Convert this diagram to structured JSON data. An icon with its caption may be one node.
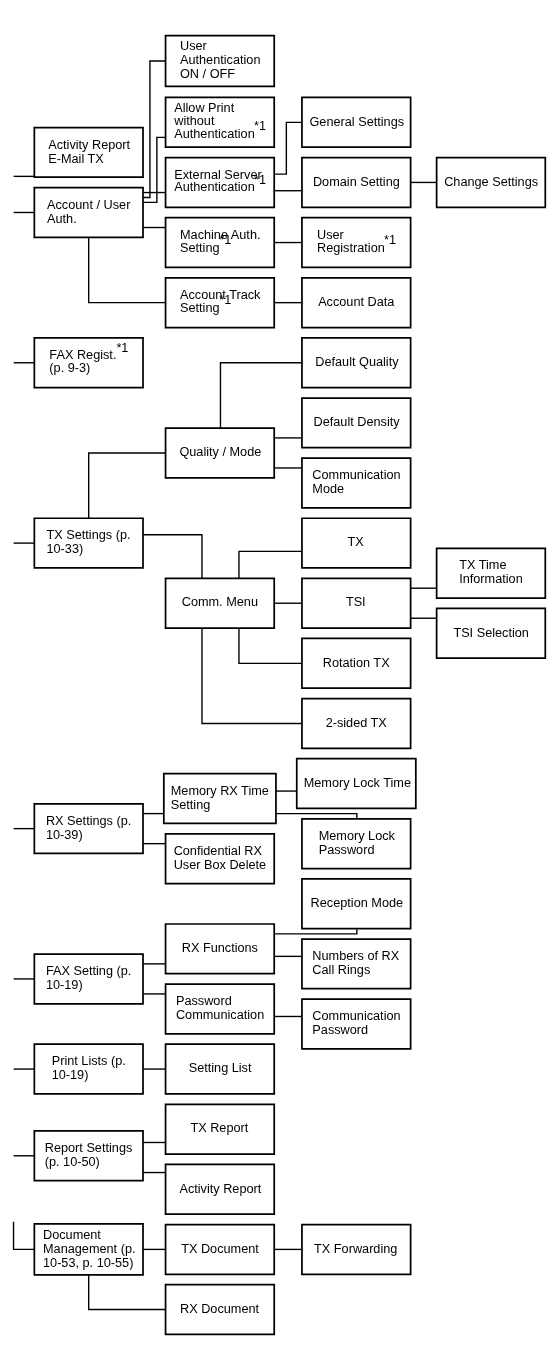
{
  "diagram": {
    "nodes": [
      {
        "text": [
          "Activity Report E-Mail TX"
        ]
      },
      {
        "text": [
          "Account / User Auth."
        ]
      },
      {
        "text": [
          "User Authentication ON / OFF"
        ]
      },
      {
        "text": [
          "FAX Regist.$^{*1}$ (p. 9-3)"
        ]
      },
      {
        "text": [
          "Allow Print without Authentication$^{*1}$"
        ]
      },
      {
        "text": [
          "External Server Authentication$^{*1}$"
        ]
      },
      {
        "text": [
          "General Settings"
        ]
      },
      {
        "text": [
          "Domain Setting"
        ]
      },
      {
        "text": [
          "Change Settings"
        ]
      },
      {
        "text": [
          "Machine Auth. Setting$^{*1}$"
        ]
      },
      {
        "text": [
          "User Registration$^{*1}$"
        ]
      },
      {
        "text": [
          "Account Track Setting$^{*1}$"
        ]
      },
      {
        "text": [
          "Account Data"
        ]
      },
      {
        "text": [
          "TX Settings (p. 10-33)"
        ]
      },
      {
        "text": [
          "Quality / Mode"
        ]
      },
      {
        "text": [
          "Default Quality"
        ]
      },
      {
        "text": [
          "Default Density"
        ]
      },
      {
        "text": [
          "Communication Mode"
        ]
      },
      {
        "text": [
          "Comm. Menu"
        ]
      },
      {
        "text": [
          "TX"
        ]
      },
      {
        "text": [
          "TSI"
        ]
      },
      {
        "text": [
          "TX Time Information"
        ]
      },
      {
        "text": [
          "TSI Selection"
        ]
      },
      {
        "text": [
          "Rotation TX"
        ]
      },
      {
        "text": [
          "2-sided TX"
        ]
      },
      {
        "text": [
          "RX Settings (p. 10-39)"
        ]
      },
      {
        "text": [
          "Memory RX Time Setting"
        ]
      },
      {
        "text": [
          "Memory Lock Time"
        ]
      },
      {
        "text": [
          "Confidential RX User Box Delete"
        ]
      },
      {
        "text": [
          "Memory Lock Password"
        ]
      },
      {
        "text": [
          "FAX Setting (p. 10-19)"
        ]
      },
      {
        "text": [
          "RX Functions"
        ]
      },
      {
        "text": [
          "Reception Mode"
        ]
      },
      {
        "text": [
          "Numbers of RX Call Rings"
        ]
      },
      {
        "text": [
          "Password Communication"
        ]
      },
      {
        "text": [
          "Communication Password"
        ]
      },
      {
        "text": [
          "Print Lists (p. 10-19)"
        ]
      },
      {
        "text": [
          "Setting List"
        ]
      },
      {
        "text": [
          "Report Settings (p. 10-50)"
        ]
      },
      {
        "text": [
          "TX Report"
        ]
      },
      {
        "text": [
          "Activity Report"
        ]
      },
      {
        "text": [
          "Document Management (p. 10-53, p. 10-55)"
        ]
      },
      {
        "text": [
          "TX Document"
        ]
      },
      {
        "text": [
          "TX Forwarding"
        ]
      },
      {
        "text": [
          "RX Document"
        ]
      }
    ],
    "edges": [
      {
        "from": null,
        "to": 0,
        "arrow": "none"
      },
      {
        "from": null,
        "to": 1,
        "arrow": "none"
      },
      {
        "from": 1,
        "to": 2,
        "arrow": "none"
      },
      {
        "from": null,
        "to": 3,
        "arrow": "none"
      },
      {
        "from": 1,
        "to": 4,
        "arrow": "none"
      },
      {
        "from": 1,
        "to": 5,
        "arrow": "none"
      },
      {
        "from": 5,
        "to": 6,
        "arrow": "none"
      },
      {
        "from": 5,
        "to": 7,
        "arrow": "none"
      },
      {
        "from": 7,
        "to": 8,
        "arrow": "none"
      },
      {
        "from": 1,
        "to": 9,
        "arrow": "none"
      },
      {
        "from": 9,
        "to": 10,
        "arrow": "none"
      },
      {
        "from": 1,
        "to": 11,
        "arrow": "none"
      },
      {
        "from": 11,
        "to": 12,
        "arrow": "none"
      },
      {
        "from": null,
        "to": 13,
        "arrow": "none"
      },
      {
        "from": 13,
        "to": 14,
        "arrow": "none"
      },
      {
        "from": 14,
        "to": 15,
        "arrow": "none"
      },
      {
        "from": 14,
        "to": 16,
        "arrow": "none"
      },
      {
        "from": 14,
        "to": 17,
        "arrow": "none"
      },
      {
        "from": 13,
        "to": 18,
        "arrow": "none"
      },
      {
        "from": 18,
        "to": 19,
        "arrow": "none"
      },
      {
        "from": 18,
        "to": 20,
        "arrow": "none"
      },
      {
        "from": 20,
        "to": 21,
        "arrow": "none"
      },
      {
        "from": 20,
        "to": 22,
        "arrow": "none"
      },
      {
        "from": 18,
        "to": 23,
        "arrow": "none"
      },
      {
        "from": 18,
        "to": 24,
        "arrow": "none"
      },
      {
        "from": null,
        "to": 25,
        "arrow": "none"
      },
      {
        "from": 25,
        "to": 26,
        "arrow": "none"
      },
      {
        "from": 26,
        "to": 27,
        "arrow": "none"
      },
      {
        "from": 25,
        "to": 28,
        "arrow": "none"
      },
      {
        "from": 26,
        "to": 29,
        "arrow": "none"
      },
      {
        "from": null,
        "to": 30,
        "arrow": "none"
      },
      {
        "from": 30,
        "to": 31,
        "arrow": "none"
      },
      {
        "from": 31,
        "to": 32,
        "arrow": "none"
      },
      {
        "from": 31,
        "to": 33,
        "arrow": "none"
      },
      {
        "from": 30,
        "to": 34,
        "arrow": "none"
      },
      {
        "from": 34,
        "to": 35,
        "arrow": "none"
      },
      {
        "from": null,
        "to": 36,
        "arrow": "none"
      },
      {
        "from": 36,
        "to": 37,
        "arrow": "none"
      },
      {
        "from": null,
        "to": 38,
        "arrow": "none"
      },
      {
        "from": 38,
        "to": 39,
        "arrow": "none"
      },
      {
        "from": 38,
        "to": 40,
        "arrow": "none"
      },
      {
        "from": null,
        "to": 41,
        "arrow": "none"
      },
      {
        "from": 41,
        "to": 42,
        "arrow": "none"
      },
      {
        "from": 42,
        "to": 43,
        "arrow": "none"
      },
      {
        "from": 41,
        "to": 44,
        "arrow": "none"
      }
    ]
  }
}
